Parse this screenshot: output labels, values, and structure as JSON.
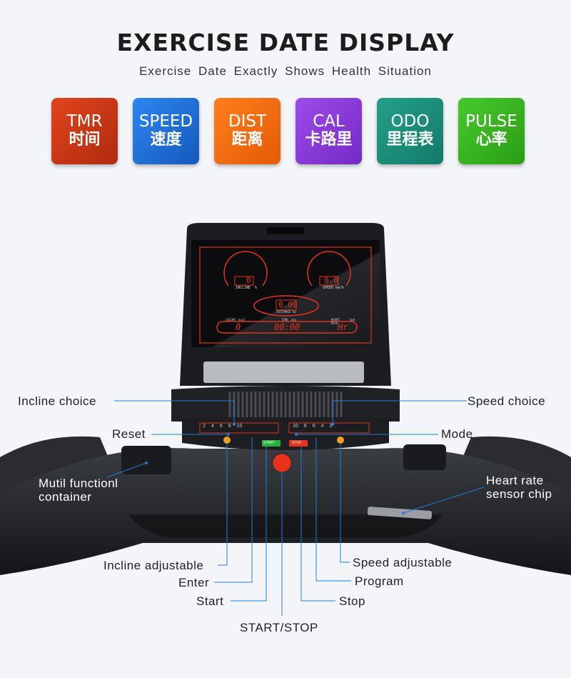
{
  "header": {
    "title": "EXERCISE DATE DISPLAY",
    "subtitle": "Exercise Date  Exactly  Shows Health Situation"
  },
  "tiles": [
    {
      "en": "TMR",
      "zh": "时间",
      "color": "#c93312"
    },
    {
      "en": "SPEED",
      "zh": "速度",
      "color": "#1c6fd8"
    },
    {
      "en": "DIST",
      "zh": "距离",
      "color": "#f26b0b"
    },
    {
      "en": "CAL",
      "zh": "卡路里",
      "color": "#8a38d8"
    },
    {
      "en": "ODO",
      "zh": "里程表",
      "color": "#1b8c79"
    },
    {
      "en": "PULSE",
      "zh": "心率",
      "color": "#37b41f"
    }
  ],
  "display": {
    "incline_label": "INCLINE",
    "incline_unit": "%",
    "incline_value": "0",
    "speed_label": "SPEED",
    "speed_unit": "km/h",
    "speed_value": "0.0",
    "distance_label": "DISTANCE",
    "distance_unit": "km",
    "distance_value": "0.00",
    "calorie_label": "CALORY",
    "calorie_unit": "kcal",
    "calorie_value": "0",
    "time_label": "TIME",
    "time_unit": "min",
    "time_value": "00:00",
    "hr_label": "HEART RATE",
    "hr_unit": "bpm",
    "hr_value": "Hr"
  },
  "keypad": {
    "incline_keys": [
      "2",
      "4",
      "6",
      "8",
      "10"
    ],
    "speed_keys": [
      "10",
      "8",
      "6",
      "4",
      "2"
    ],
    "start_key": "START",
    "stop_key": "STOP"
  },
  "annotations": {
    "incline_choice": "Incline choice",
    "speed_choice": "Speed choice",
    "reset": "Reset",
    "mode": "Mode",
    "container_line1": "Mutil functionl",
    "container_line2": "container",
    "hr_line1": "Heart rate",
    "hr_line2": "sensor chip",
    "incline_adjustable": "Incline adjustable",
    "enter": "Enter",
    "start": "Start",
    "start_stop": "START/STOP",
    "speed_adjustable": "Speed adjustable",
    "program": "Program",
    "stop": "Stop"
  },
  "colors": {
    "line": "#1e7ee0",
    "display_red": "#e8321c"
  }
}
